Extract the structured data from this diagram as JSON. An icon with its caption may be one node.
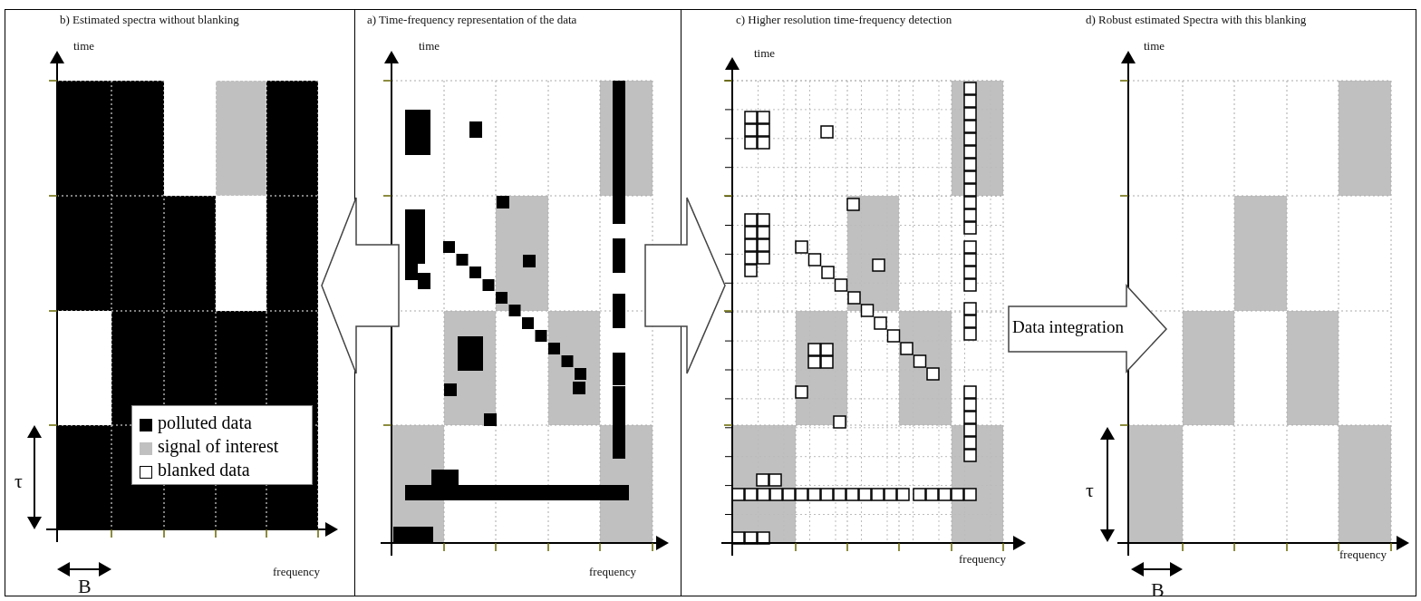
{
  "diagram": {
    "nodes": [
      {
        "text": [
          "b) Estimated spectra without blanking",
          "time",
          "τ",
          "B",
          "frequency"
        ]
      },
      {
        "text": [
          "a) Time-frequency representation of the data",
          "time",
          "frequency"
        ]
      },
      {
        "text": [
          "c) Higher resolution time-frequency detection",
          "time",
          "frequency"
        ]
      },
      {
        "text": [
          "d) Robust estimated Spectra with this blanking",
          "time",
          "τ",
          "B",
          "frequency"
        ]
      }
    ],
    "edges": [
      {
        "from": 1,
        "to": 0,
        "arrow": "to"
      },
      {
        "from": 1,
        "to": 2,
        "arrow": "to"
      },
      {
        "from": 2,
        "to": 3,
        "arrow": "to",
        "label": "Data integration"
      }
    ],
    "legend": [
      {
        "text": "polluted data",
        "color": "#000000"
      },
      {
        "text": "signal of interest",
        "color": "#c0c0c0"
      },
      {
        "text": "blanked data"
      }
    ]
  }
}
